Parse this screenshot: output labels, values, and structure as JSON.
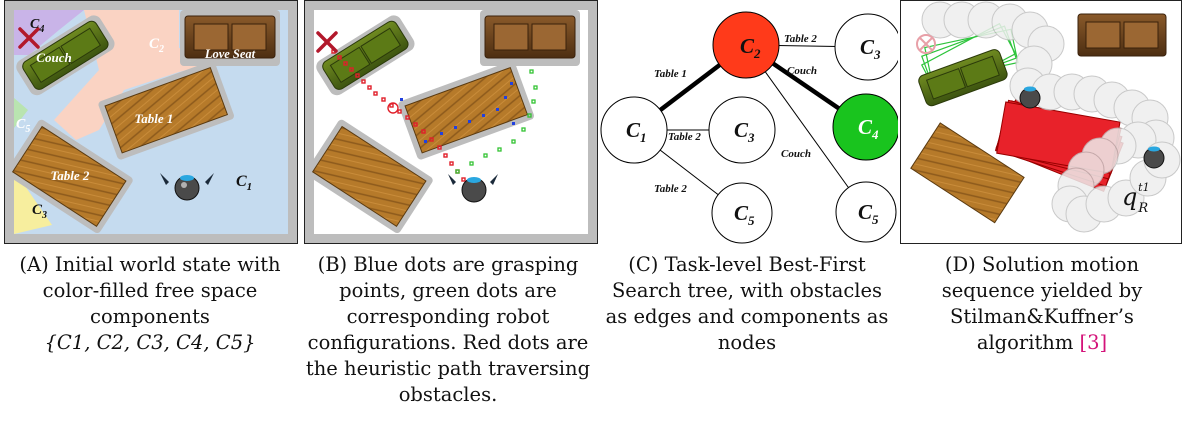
{
  "panel_a": {
    "labels": {
      "c4": "C",
      "c4_sub": "4",
      "c2": "C",
      "c2_sub": "2",
      "c5": "C",
      "c5_sub": "5",
      "c3": "C",
      "c3_sub": "3",
      "c1": "C",
      "c1_sub": "1",
      "couch": "Couch",
      "love_seat": "Love Seat",
      "table1": "Table 1",
      "table2": "Table 2"
    },
    "caption": {
      "letter": "(A)",
      "text": "Initial world state with color-filled free space components",
      "set": "{C1, C2, C3, C4, C5}"
    }
  },
  "panel_b": {
    "caption": {
      "letter": "(B)",
      "text": "Blue dots are grasping points, green dots are corresponding robot configurations. Red dots are the heuristic path traversing obstacles."
    }
  },
  "panel_c": {
    "nodes": {
      "c2": "C",
      "c2_sub": "2",
      "c1": "C",
      "c1_sub": "1",
      "c3a": "C",
      "c3a_sub": "3",
      "c3b": "C",
      "c3b_sub": "3",
      "c4": "C",
      "c4_sub": "4",
      "c5a": "C",
      "c5a_sub": "5",
      "c5b": "C",
      "c5b_sub": "5"
    },
    "edges": {
      "table1": "Table 1",
      "table2_top": "Table 2",
      "couch_top": "Couch",
      "table2_mid": "Table 2",
      "couch_bottom": "Couch",
      "table2_bottom": "Table 2"
    },
    "colors": {
      "c2": "#ff3a1a",
      "c4": "#19c41e",
      "default": "#ffffff"
    },
    "caption": {
      "letter": "(C)",
      "text": "Task-level Best-First Search tree, with obstacles as edges and components as nodes"
    }
  },
  "panel_d": {
    "label": "q",
    "label_sub": "R",
    "label_sup": "t1",
    "caption": {
      "letter": "(D)",
      "text": "Solution motion sequence yielded by Stilman&Kuffner’s algorithm",
      "ref": "[3]"
    }
  }
}
